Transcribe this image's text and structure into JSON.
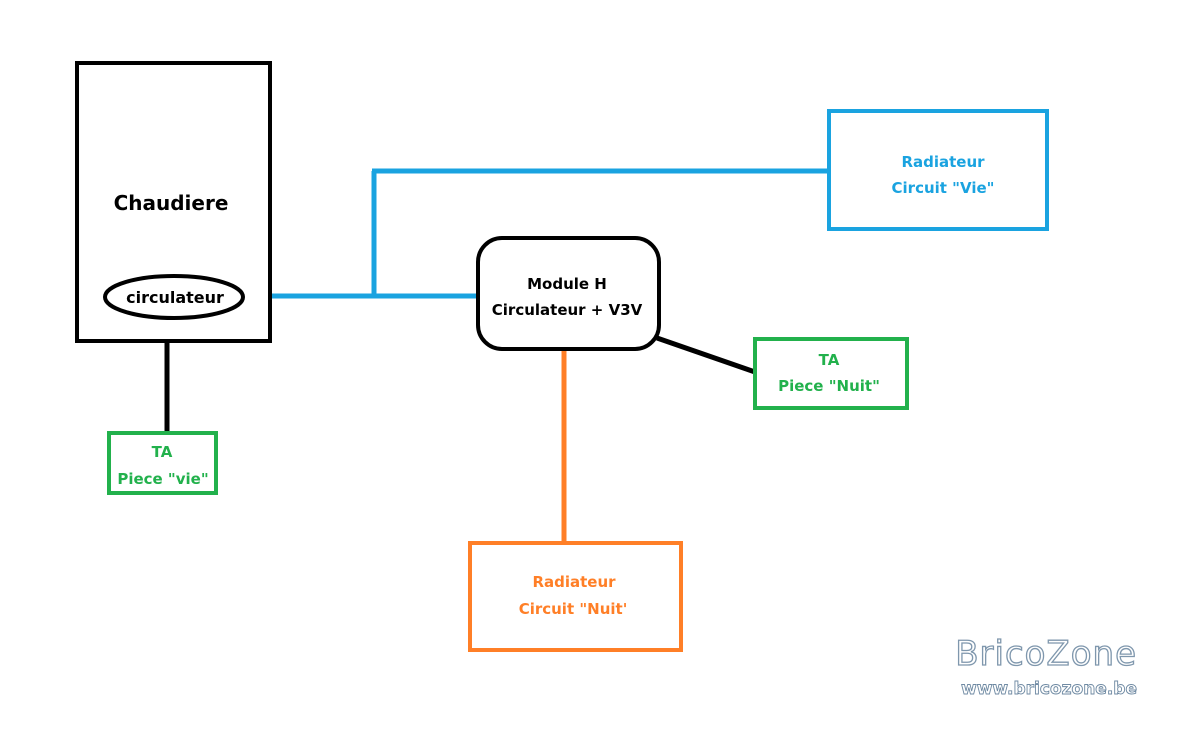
{
  "diagram": {
    "chaudiere": {
      "label": "Chaudiere"
    },
    "circulateur": {
      "label": "circulateur"
    },
    "ta_vie": {
      "line1": "TA",
      "line2": "Piece \"vie\""
    },
    "module_h": {
      "line1": "Module H",
      "line2": "Circulateur + V3V"
    },
    "radiateur_vie": {
      "line1": "Radiateur",
      "line2": "Circuit \"Vie\""
    },
    "ta_nuit": {
      "line1": "TA",
      "line2": "Piece \"Nuit\""
    },
    "radiateur_nuit": {
      "line1": "Radiateur",
      "line2": "Circuit \"Nuit'"
    }
  },
  "watermark": {
    "title": "BricoZone",
    "url": "www.bricozone.be"
  },
  "colors": {
    "black": "#000000",
    "blue": "#1aa3e0",
    "green": "#22b14c",
    "orange": "#ff7f27"
  }
}
